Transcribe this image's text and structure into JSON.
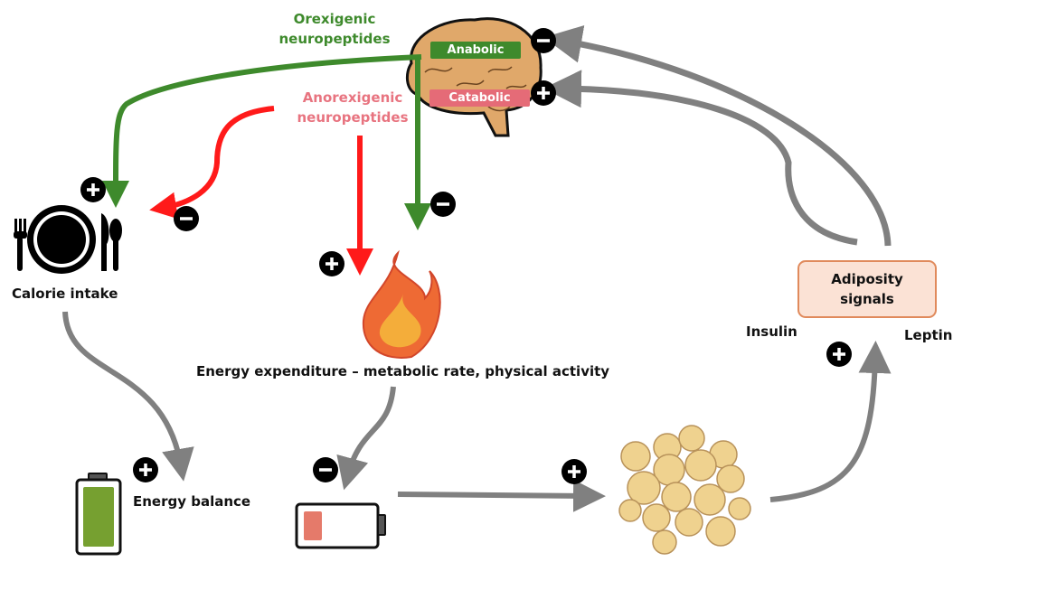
{
  "brain": {
    "anabolic_label": "Anabolic",
    "catabolic_label": "Catabolic",
    "anabolic_color": "#3e8a2c",
    "catabolic_color": "#e56b77"
  },
  "pathways": {
    "orexigenic": [
      "Orexigenic",
      "neuropeptides"
    ],
    "anorexigenic": [
      "Anorexigenic",
      "neuropeptides"
    ],
    "orexigenic_color": "#3e8a2c",
    "anorexigenic_color": "#ff1a1a"
  },
  "nodes": {
    "calorie_intake": "Calorie intake",
    "energy_expenditure": "Energy expenditure – metabolic rate, physical activity",
    "energy_balance": "Energy balance",
    "adiposity_signals": [
      "Adiposity",
      "signals"
    ],
    "insulin": "Insulin",
    "leptin": "Leptin"
  },
  "signs": {
    "brain_anabolic": "−",
    "brain_catabolic": "+",
    "calorie_orexigenic": "+",
    "calorie_anorexigenic": "−",
    "expenditure_anorexigenic": "+",
    "expenditure_orexigenic": "−",
    "balance_positive": "+",
    "balance_negative": "−",
    "fat_storage": "+",
    "adiposity": "+"
  },
  "colors": {
    "feedback_arrow": "#808080",
    "battery_full": "#76a030",
    "battery_low": "#e57a6a",
    "fat_cell": "#efd28f"
  }
}
